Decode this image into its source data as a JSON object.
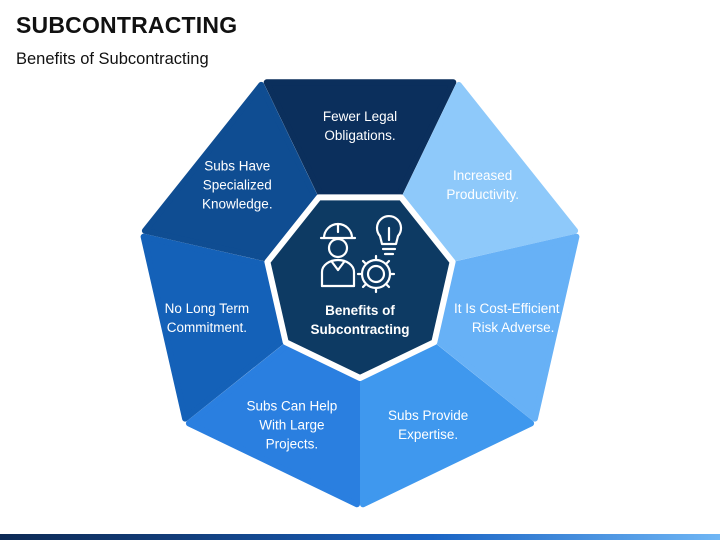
{
  "header": {
    "title": "SUBCONTRACTING",
    "subtitle": "Benefits of Subcontracting"
  },
  "center": {
    "label": "Benefits of Subcontracting",
    "icons": [
      "worker-helmet-icon",
      "lightbulb-icon",
      "gear-icon"
    ],
    "color": "#0d3a63"
  },
  "segments": [
    {
      "label": "Fewer Legal Obligations.",
      "color": "#0b2f5c"
    },
    {
      "label": "Increased Productivity.",
      "color": "#8ec9fa"
    },
    {
      "label": "It Is Cost-Efficient & Risk Adverse.",
      "color": "#67b1f6"
    },
    {
      "label": "Subs Provide Expertise.",
      "color": "#3f98ee"
    },
    {
      "label": "Subs Can Help With Large Projects.",
      "color": "#2a7fe0"
    },
    {
      "label": "No Long Term Commitment.",
      "color": "#1461b8"
    },
    {
      "label": "Subs Have Specialized Knowledge.",
      "color": "#0f4d92"
    }
  ],
  "colors": {
    "background": "#ffffff",
    "center_border": "#ffffff"
  }
}
